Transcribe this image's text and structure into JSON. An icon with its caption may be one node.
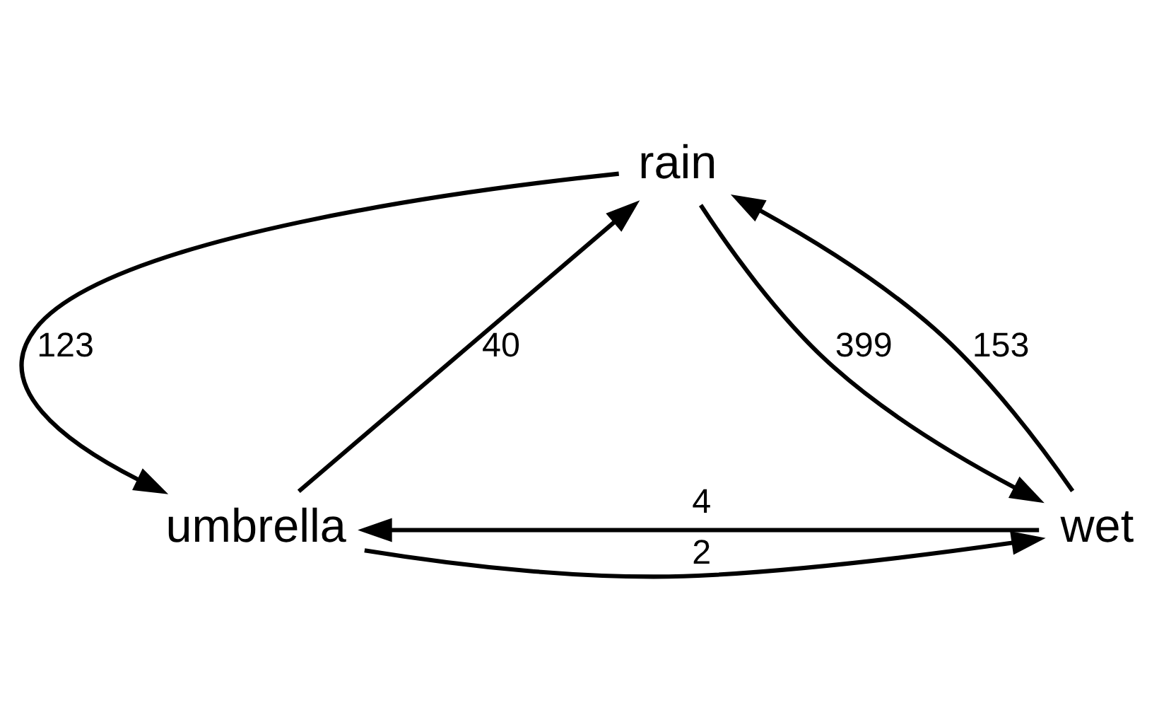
{
  "diagram": {
    "nodes": [
      {
        "text": [
          "rain"
        ]
      },
      {
        "text": [
          "umbrella"
        ]
      },
      {
        "text": [
          "wet"
        ]
      }
    ],
    "edges": [
      {
        "from": 0,
        "to": 1,
        "arrow": "to",
        "label": "123"
      },
      {
        "from": 1,
        "to": 0,
        "arrow": "to",
        "label": "40"
      },
      {
        "from": 0,
        "to": 2,
        "arrow": "to",
        "label": "399"
      },
      {
        "from": 2,
        "to": 0,
        "arrow": "to",
        "label": "153"
      },
      {
        "from": 2,
        "to": 1,
        "arrow": "to",
        "label": "4"
      },
      {
        "from": 1,
        "to": 2,
        "arrow": "to",
        "label": "2"
      }
    ]
  }
}
